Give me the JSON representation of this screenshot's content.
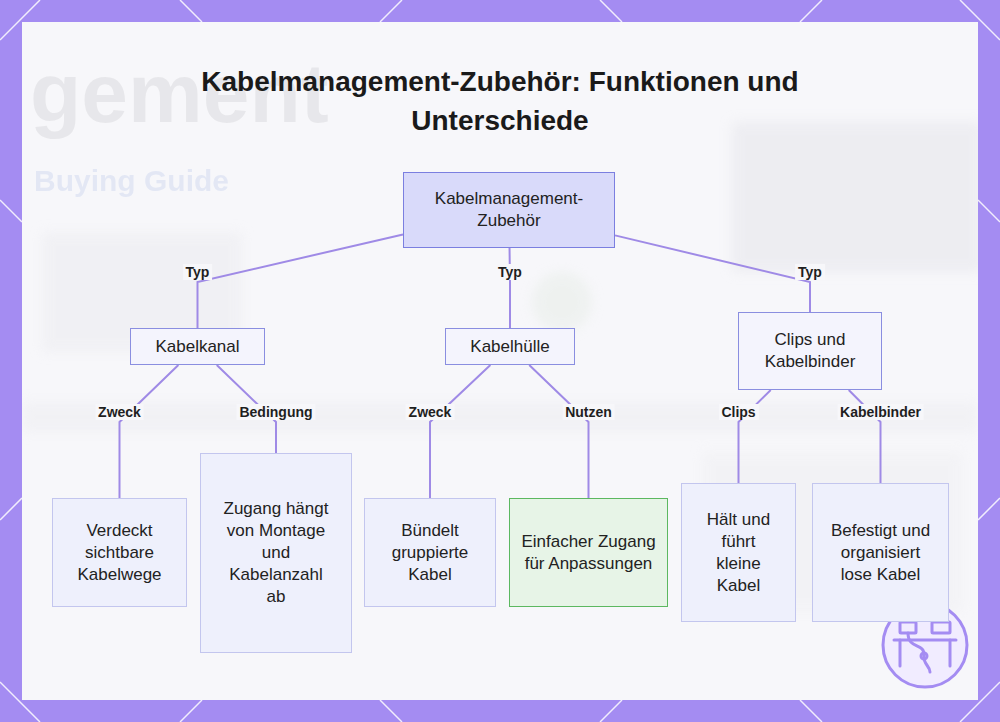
{
  "diagram": {
    "title": "Kabelmanagement-Zubehör: Funktionen und Unterschiede",
    "nodes": [
      {
        "text": [
          "Kabelmanagement-Zubehör"
        ]
      },
      {
        "text": [
          "Kabelkanal"
        ]
      },
      {
        "text": [
          "Kabelhülle"
        ]
      },
      {
        "text": [
          "Clips und Kabelbinder"
        ]
      },
      {
        "text": [
          "Verdeckt sichtbare Kabelwege"
        ]
      },
      {
        "text": [
          "Zugang hängt von Montage und Kabelanzahl ab"
        ]
      },
      {
        "text": [
          "Bündelt gruppierte Kabel"
        ]
      },
      {
        "text": [
          "Einfacher Zugang für Anpassungen"
        ]
      },
      {
        "text": [
          "Hält und führt kleine Kabel"
        ]
      },
      {
        "text": [
          "Befestigt und organisiert lose Kabel"
        ]
      }
    ],
    "edges": [
      {
        "from": 0,
        "to": 1,
        "label": "Typ",
        "arrow": "none"
      },
      {
        "from": 0,
        "to": 2,
        "label": "Typ",
        "arrow": "none"
      },
      {
        "from": 0,
        "to": 3,
        "label": "Typ",
        "arrow": "none"
      },
      {
        "from": 1,
        "to": 4,
        "label": "Zweck",
        "arrow": "none"
      },
      {
        "from": 1,
        "to": 5,
        "label": "Bedingung",
        "arrow": "none"
      },
      {
        "from": 2,
        "to": 6,
        "label": "Zweck",
        "arrow": "none"
      },
      {
        "from": 2,
        "to": 7,
        "label": "Nutzen",
        "arrow": "none"
      },
      {
        "from": 3,
        "to": 8,
        "label": "Clips",
        "arrow": "none"
      },
      {
        "from": 3,
        "to": 9,
        "label": "Kabelbinder",
        "arrow": "none"
      }
    ],
    "labels": [
      "gement",
      "Buying Guide"
    ]
  }
}
